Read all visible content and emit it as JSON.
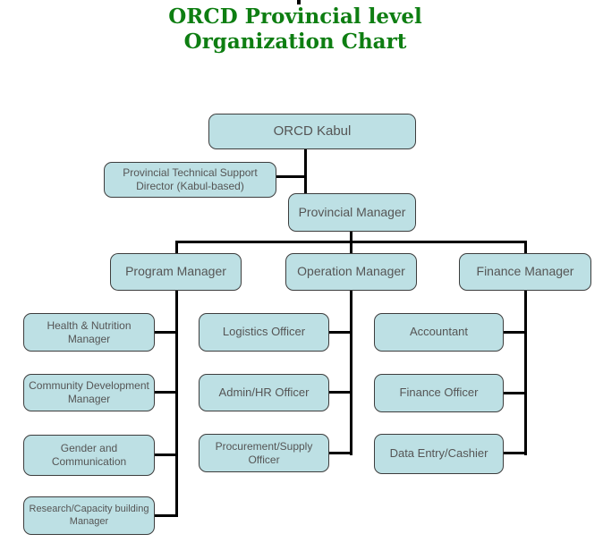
{
  "title": {
    "line1": "ORCD Provincial level",
    "line2": "Organization Chart",
    "color": "#0e7e12"
  },
  "style": {
    "node_fill": "#bde0e4",
    "node_border": "#3d3d3d",
    "node_text": "#555555",
    "connector_color": "#000000",
    "background": "#ffffff"
  },
  "nodes": {
    "orcd_kabul": "ORCD Kabul",
    "provincial_technical_support": "Provincial Technical Support Director (Kabul-based)",
    "provincial_manager": "Provincial Manager",
    "program_manager": "Program Manager",
    "operation_manager": "Operation Manager",
    "finance_manager": "Finance Manager",
    "health_nutrition": "Health & Nutrition Manager",
    "community_development": "Community Development Manager",
    "gender_communication": "Gender and Communication",
    "research_capacity": "Research/Capacity building Manager",
    "logistics_officer": "Logistics Officer",
    "admin_hr_officer": "Admin/HR Officer",
    "procurement_supply": "Procurement/Supply Officer",
    "accountant": "Accountant",
    "finance_officer": "Finance Officer",
    "data_entry_cashier": "Data Entry/Cashier"
  },
  "edges": [
    [
      "ORCD Kabul",
      "Provincial Manager"
    ],
    [
      "ORCD Kabul - Provincial Manager link",
      "Provincial Technical Support Director (Kabul-based)"
    ],
    [
      "Provincial Manager",
      "Program Manager"
    ],
    [
      "Provincial Manager",
      "Operation Manager"
    ],
    [
      "Provincial Manager",
      "Finance Manager"
    ],
    [
      "Program Manager",
      "Health & Nutrition Manager"
    ],
    [
      "Program Manager",
      "Community Development Manager"
    ],
    [
      "Program Manager",
      "Gender and Communication"
    ],
    [
      "Program Manager",
      "Research/Capacity building Manager"
    ],
    [
      "Operation Manager",
      "Logistics Officer"
    ],
    [
      "Operation Manager",
      "Admin/HR Officer"
    ],
    [
      "Operation Manager",
      "Procurement/Supply Officer"
    ],
    [
      "Finance Manager",
      "Accountant"
    ],
    [
      "Finance Manager",
      "Finance Officer"
    ],
    [
      "Finance Manager",
      "Data Entry/Cashier"
    ]
  ]
}
